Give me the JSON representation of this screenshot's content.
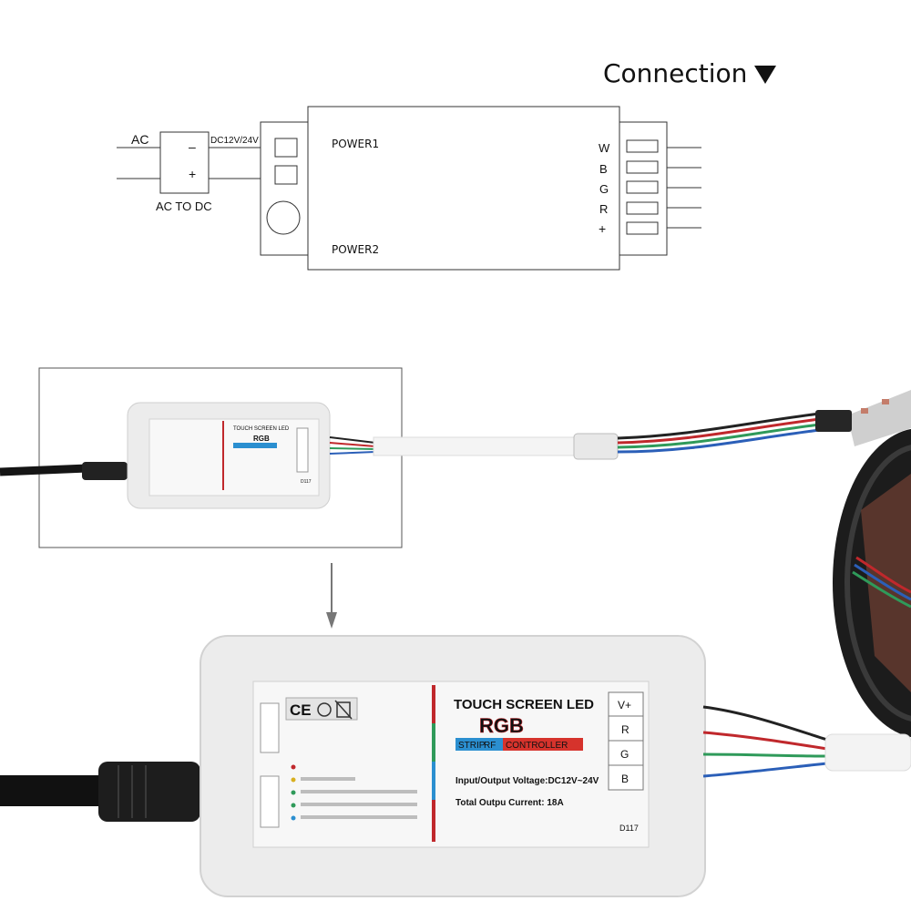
{
  "heading": "Connection",
  "wiring": {
    "ac_label": "AC",
    "converter_label": "AC TO DC",
    "minus": "–",
    "plus": "+",
    "dc_label": "DC12V/24V",
    "power1": "POWER1",
    "power2": "POWER2",
    "outputs": [
      "W",
      "B",
      "G",
      "R",
      "+"
    ]
  },
  "controller": {
    "title": "TOUCH SCREEN LED",
    "rgb": "RGB",
    "strip": "STRIP",
    "rf": "RF",
    "controller_word": "CONTROLLER",
    "voltage": "Input/Output Voltage:DC12V~24V",
    "current": "Total Outpu Current: 18A",
    "model": "D117",
    "terminals": [
      "V+",
      "R",
      "G",
      "B"
    ],
    "ce_mark": "CE"
  },
  "colors": {
    "wire_red": "#c0282c",
    "wire_green": "#2f9a5a",
    "wire_blue": "#2b5fb8",
    "wire_black": "#222222",
    "housing": "#ececec"
  }
}
